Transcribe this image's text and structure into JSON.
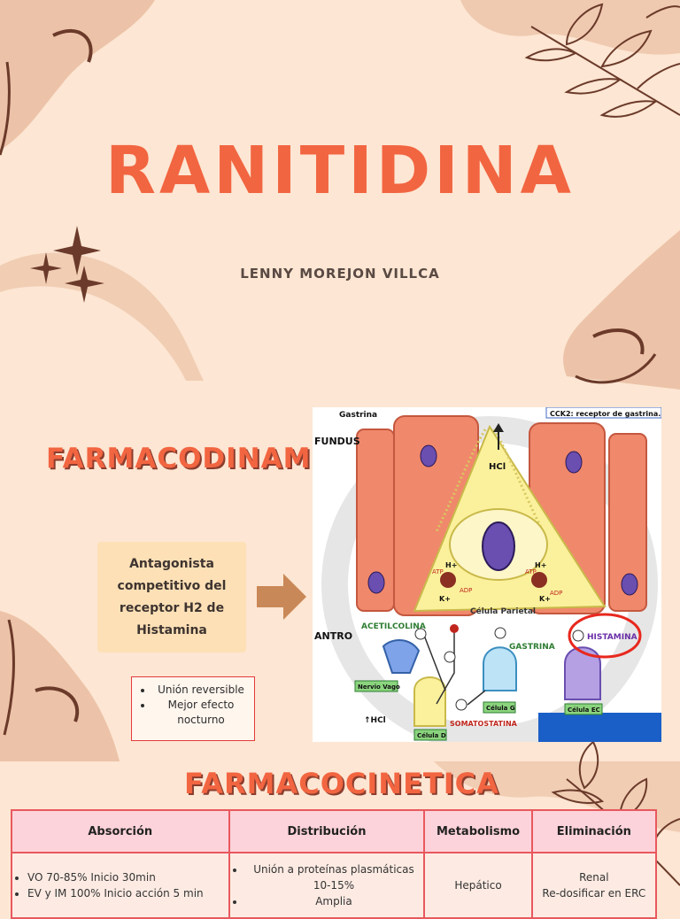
{
  "title": "RANITIDINA",
  "author": "LENNY MOREJON VILLCA",
  "sections": {
    "pharmacodynamics": "FARMACODINAMIA",
    "pharmacokinetics": "FARMACOCINETICA"
  },
  "mechanism": {
    "line1": "Antagonista",
    "line2": "competitivo del",
    "line3": "receptor H2 de",
    "line4": "Histamina"
  },
  "notes": [
    "Unión reversible",
    "Mejor efecto nocturno"
  ],
  "diagram": {
    "gastrina": "Gastrina",
    "cck2": "CCK2: receptor de gastrina.",
    "fundus": "FUNDUS",
    "antro": "ANTRO",
    "hcl": "HCl",
    "hplus": "H+",
    "kplus": "K+",
    "atp": "ATP",
    "adp": "ADP",
    "celula_parietal": "Célula Parietal",
    "acetilcolina": "ACETILCOLINA",
    "gastrina_label": "GASTRINA",
    "histamina": "HISTAMINA",
    "nervio_vago": "Nervio Vago",
    "celula_g": "Célula G",
    "celula_ec": "Célula EC",
    "celula_d": "Célula D",
    "somatostatina": "SOMATOSTATINA",
    "hcl_up": "↑HCl"
  },
  "table": {
    "headers": [
      "Absorción",
      "Distribución",
      "Metabolismo",
      "Eliminación"
    ],
    "absorcion": [
      "VO 70-85%  Inicio 30min",
      "EV y IM 100%  Inicio acción 5 min"
    ],
    "distribucion": [
      "Unión a proteínas plasmáticas 10-15%",
      "Amplia"
    ],
    "metabolismo": "Hepático",
    "eliminacion_1": "Renal",
    "eliminacion_2": "Re-dosificar en ERC"
  },
  "colors": {
    "background": "#fde6d3",
    "title": "#f26541",
    "decor": "#e8c0a5",
    "leaf": "#6b3a2a",
    "table_border": "#e8585e"
  }
}
